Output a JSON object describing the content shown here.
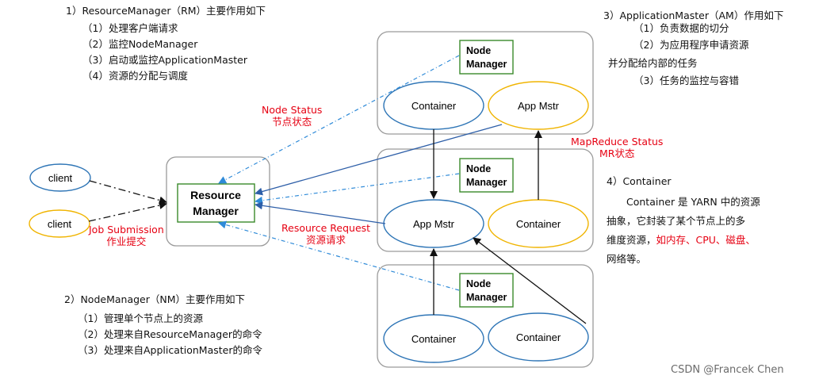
{
  "notes": {
    "rm": {
      "title": "1）ResourceManager（RM）主要作用如下",
      "items": [
        "（1）处理客户端请求",
        "（2）监控NodeManager",
        "（3）启动或监控ApplicationMaster",
        "（4）资源的分配与调度"
      ]
    },
    "nm": {
      "title": "2）NodeManager（NM）主要作用如下",
      "items": [
        "（1）管理单个节点上的资源",
        "（2）处理来自ResourceManager的命令",
        "（3）处理来自ApplicationMaster的命令"
      ]
    },
    "am": {
      "title": "3）ApplicationMaster（AM）作用如下",
      "items": [
        "（1）负责数据的切分",
        "（2）为应用程序申请资源",
        "并分配给内部的任务",
        "（3）任务的监控与容错"
      ]
    },
    "container": {
      "title": "4）Container",
      "lines": [
        "Container 是 YARN 中的资源",
        "抽象，它封装了某个节点上的多",
        "维度资源，",
        "网络等。"
      ],
      "highlight": "如内存、CPU、磁盘、"
    }
  },
  "diagram": {
    "resource_manager": [
      "Resource",
      "Manager"
    ],
    "clients": [
      "client",
      "client"
    ],
    "node_manager": [
      "Node",
      "Manager"
    ],
    "container_label": "Container",
    "app_master_label": "App Mstr",
    "edge_labels": {
      "node_status": [
        "Node Status",
        "节点状态"
      ],
      "job_submission": [
        "Job Submission",
        "作业提交"
      ],
      "resource_request": [
        "Resource Request",
        "资源请求"
      ],
      "mapreduce_status": [
        "MapReduce Status",
        "MR状态"
      ]
    }
  },
  "colors": {
    "blue_line": "#2e5fa8",
    "dash_line": "#2e8ad8",
    "blue_ellipse": "#2e75b6",
    "yellow_ellipse": "#f0b400",
    "green_box": "#3a8a2a",
    "node_border": "#9a9a9a",
    "red_text": "#e60012"
  },
  "watermark": "CSDN @Francek Chen"
}
